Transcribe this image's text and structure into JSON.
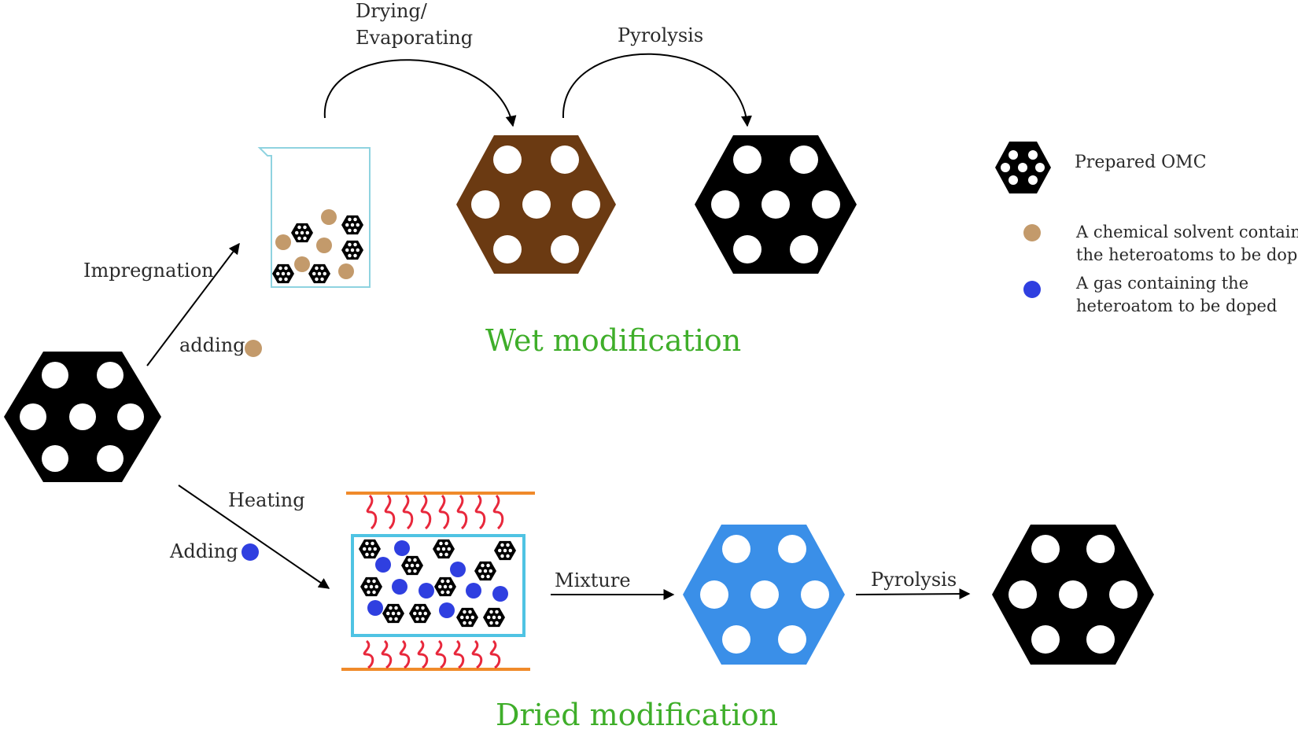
{
  "labels": {
    "drying": "Drying/",
    "evaporating": "Evaporating",
    "pyrolysis_top": "Pyrolysis",
    "impregnation": "Impregnation",
    "adding_top": "adding",
    "wet_modification": "Wet modification",
    "heating": "Heating",
    "adding_bottom": "Adding",
    "mixture": "Mixture",
    "pyrolysis_bottom": "Pyrolysis",
    "dried_modification": "Dried modification"
  },
  "legend": {
    "omc": "Prepared OMC",
    "solvent_line1": "A chemical solvent containing",
    "solvent_line2": "the heteroatoms to be doped",
    "gas_line1": "A gas containing the",
    "gas_line2": "heteroatom to be doped"
  },
  "colors": {
    "omc": "#000000",
    "wet_omc": "#6b3a12",
    "dried_omc": "#3a8fe8",
    "solvent_dot": "#c39a6b",
    "gas_dot": "#2f3fe0",
    "title_green": "#3fae2a",
    "beaker": "#8fd3e0",
    "chamber": "#4fc3e3",
    "heater_plate": "#f08a2a",
    "heater_wave": "#e8283c"
  }
}
